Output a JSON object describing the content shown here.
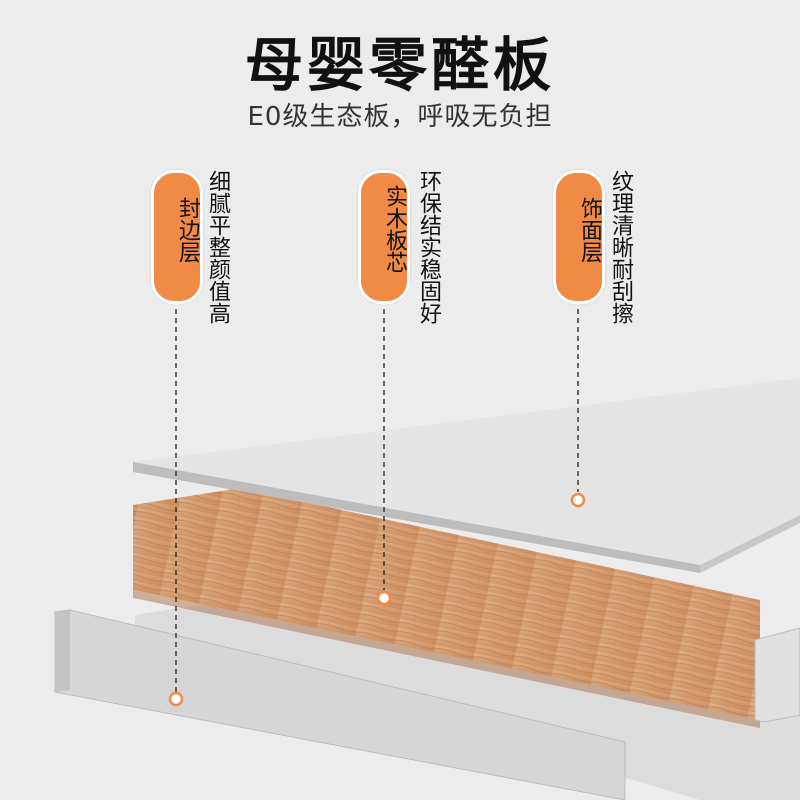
{
  "title": "母婴零醛板",
  "subtitle": "E0级生态板，呼吸无负担",
  "colors": {
    "accent": "#f08a45",
    "background": "#ececec",
    "wood": "#d9a47a"
  },
  "layers": [
    {
      "label": "封边层",
      "description": "细腻平整颜值高"
    },
    {
      "label": "实木板芯",
      "description": "环保结实稳固好"
    },
    {
      "label": "饰面层",
      "description": "纹理清晰耐刮擦"
    }
  ]
}
